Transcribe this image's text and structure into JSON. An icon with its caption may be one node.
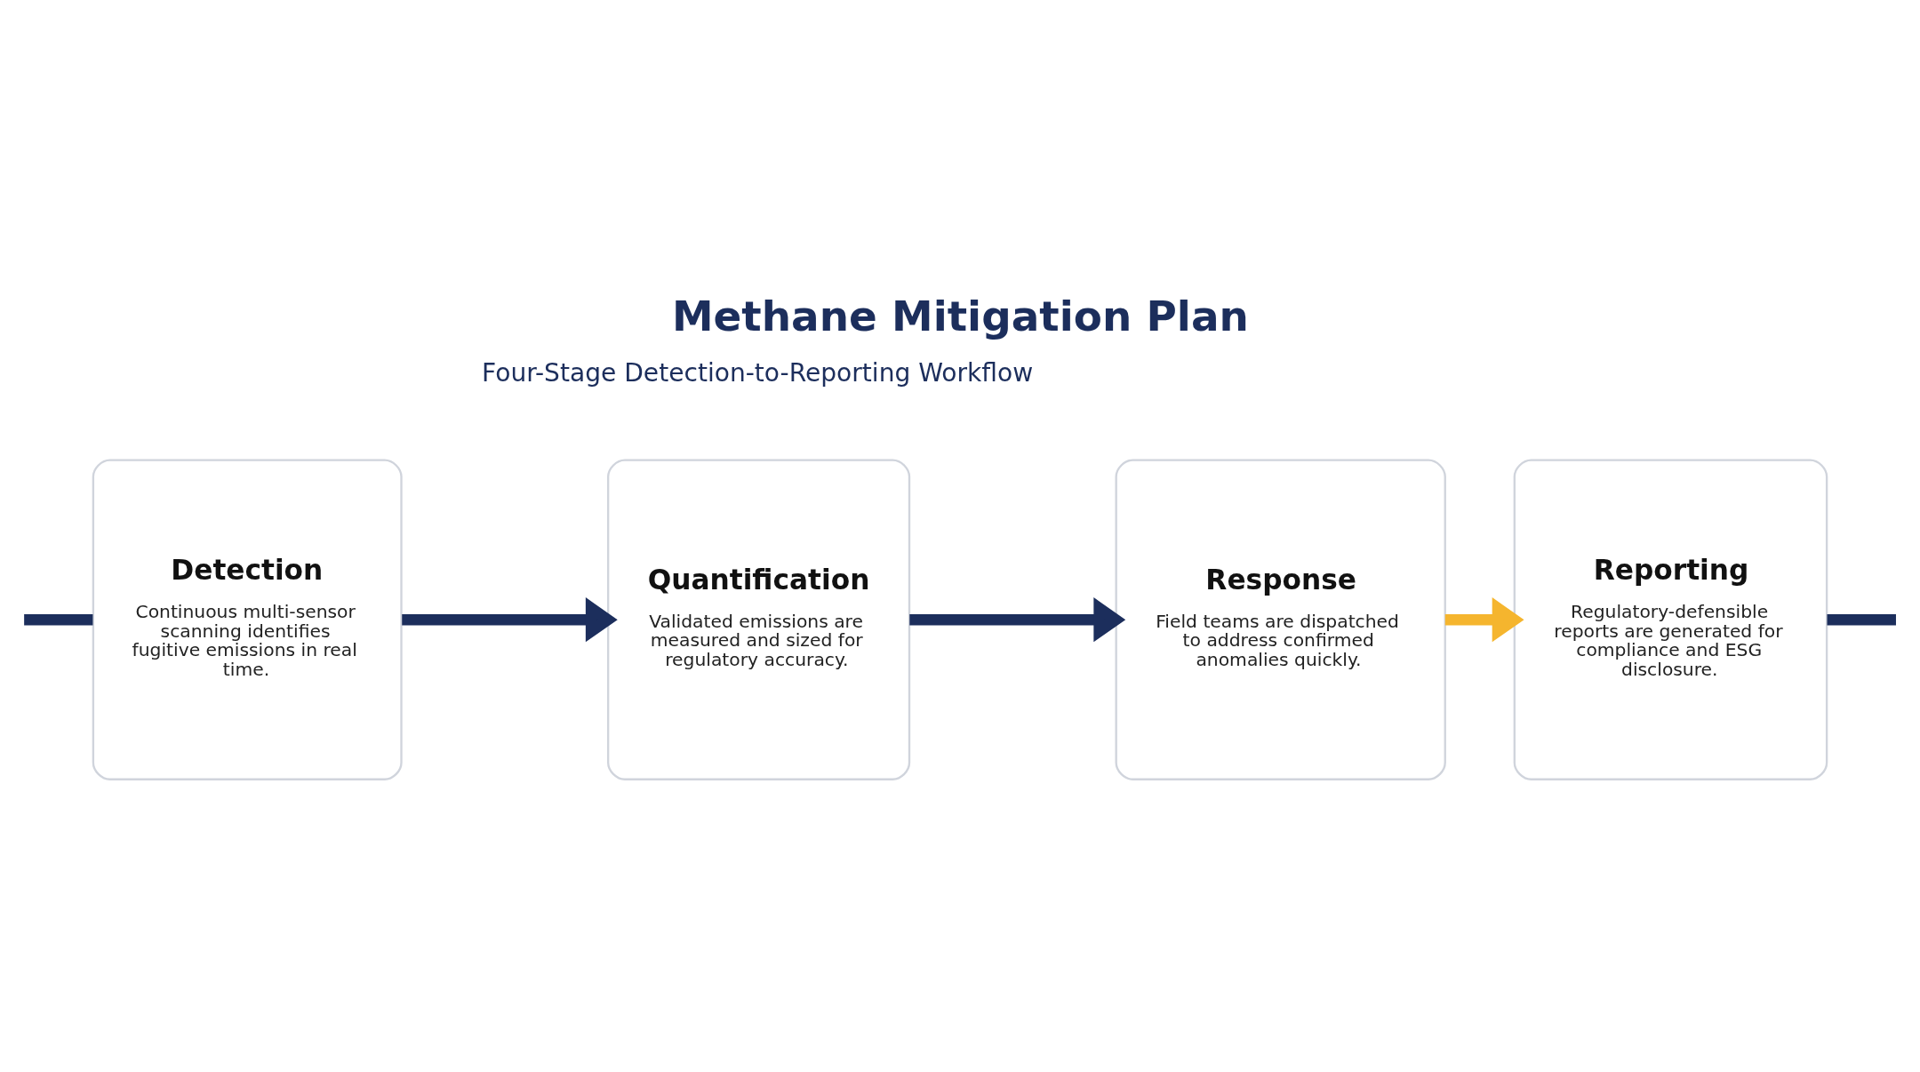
{
  "diagram": {
    "title": "Methane Mitigation Plan",
    "nodes": [
      {
        "text": [
          "Detection",
          "Continuous multi-sensor scanning identifies fugitive emissions in real time."
        ]
      },
      {
        "text": [
          "Quantification",
          "Validated emissions are measured and sized for regulatory accuracy."
        ]
      },
      {
        "text": [
          "Response",
          "Field teams are dispatched to address confirmed anomalies quickly."
        ]
      },
      {
        "text": [
          "Reporting",
          "Regulatory-defensible reports are generated for compliance and ESG disclosure."
        ]
      }
    ],
    "edges": [
      {
        "from": null,
        "to": 0,
        "arrow": "none"
      },
      {
        "from": 0,
        "to": 1,
        "arrow": "to"
      },
      {
        "from": 1,
        "to": 2,
        "arrow": "to"
      },
      {
        "from": 2,
        "to": 3,
        "arrow": "to",
        "color": "#f5b52e"
      },
      {
        "from": 3,
        "to": null,
        "arrow": "none"
      }
    ],
    "labels": [
      "Four-Stage Detection-to-Reporting Workflow"
    ]
  }
}
